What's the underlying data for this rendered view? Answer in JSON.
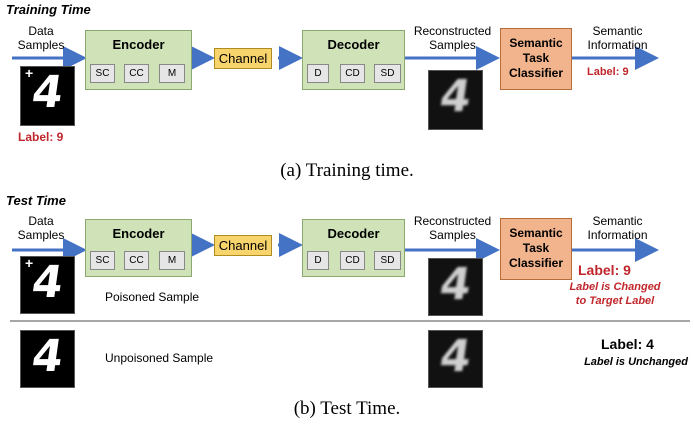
{
  "training": {
    "title": "Training Time",
    "data_samples": "Data\nSamples",
    "encoder": {
      "title": "Encoder",
      "parts": [
        "SC",
        "CC",
        "M"
      ]
    },
    "channel": "Channel",
    "decoder": {
      "title": "Decoder",
      "parts": [
        "D",
        "CD",
        "SD"
      ]
    },
    "reconstructed": "Reconstructed\nSamples",
    "classifier": "Semantic\nTask\nClassifier",
    "semantic_info": "Semantic\nInformation",
    "output_label": "Label: 9",
    "input_label": "Label: 9",
    "input_digit": "4",
    "output_digit": "4",
    "caption": "(a) Training time."
  },
  "test": {
    "title": "Test Time",
    "data_samples": "Data\nSamples",
    "encoder": {
      "title": "Encoder",
      "parts": [
        "SC",
        "CC",
        "M"
      ]
    },
    "channel": "Channel",
    "decoder": {
      "title": "Decoder",
      "parts": [
        "D",
        "CD",
        "SD"
      ]
    },
    "reconstructed": "Reconstructed\nSamples",
    "classifier": "Semantic\nTask\nClassifier",
    "semantic_info": "Semantic\nInformation",
    "poisoned_label": "Label: 9",
    "poisoned_note": "Label is Changed\nto Target Label",
    "poisoned_sample": "Poisoned Sample",
    "unpoisoned_label": "Label: 4",
    "unpoisoned_note": "Label is Unchanged",
    "unpoisoned_sample": "Unpoisoned Sample",
    "digit": "4",
    "caption": "(b) Test Time."
  },
  "colors": {
    "arrow_blue": "#4472c4",
    "block_green": "#cfe2b8",
    "channel_yellow": "#f8d46c",
    "classifier_orange": "#f2b48c",
    "label_red": "#c0262c"
  }
}
